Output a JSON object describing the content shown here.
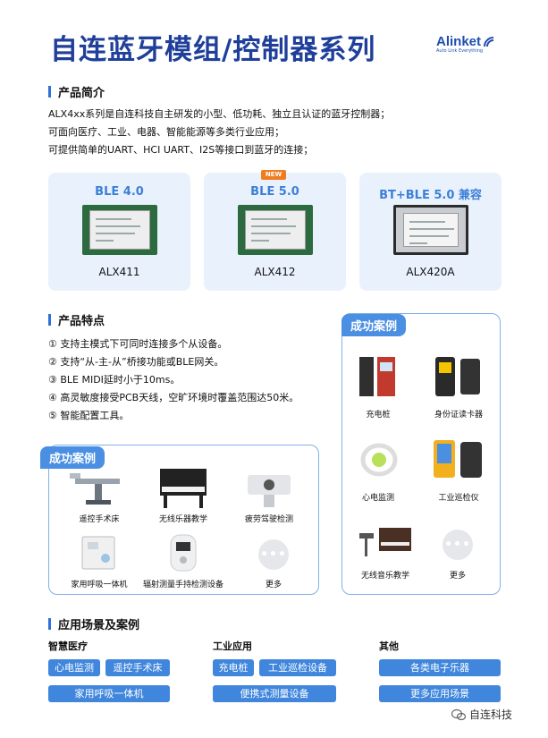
{
  "header": {
    "title": "自连蓝牙模组/控制器系列",
    "logo_text": "Alinket",
    "logo_sub": "Auto Link Everything"
  },
  "intro": {
    "heading": "产品简介",
    "lines": [
      "ALX4xx系列是自连科技自主研发的小型、低功耗、独立且认证的蓝牙控制器；",
      "可面向医疗、工业、电器、智能能源等多类行业应用；",
      "可提供简单的UART、HCI UART、I2S等接口到蓝牙的连接；"
    ]
  },
  "products": [
    {
      "head": "BLE 4.0",
      "name": "ALX411",
      "style": "green"
    },
    {
      "head": "BLE 5.0",
      "name": "ALX412",
      "style": "green",
      "badge": "NEW"
    },
    {
      "head": "BT+BLE 5.0 兼容",
      "name": "ALX420A",
      "style": "metal"
    }
  ],
  "features": {
    "heading": "产品特点",
    "items": [
      "① 支持主模式下可同时连接多个从设备。",
      "② 支持“从-主-从”桥接功能或BLE网关。",
      "③ BLE MIDI延时小于10ms。",
      "④ 高灵敏度接受PCB天线，空旷环境时覆盖范围达50米。",
      "⑤ 智能配置工具。"
    ]
  },
  "cases_left": {
    "tag": "成功案例",
    "items": [
      {
        "label": "遥控手术床",
        "icon": "surgical-bed-icon"
      },
      {
        "label": "无线乐器教学",
        "icon": "piano-icon"
      },
      {
        "label": "疲劳驾驶检测",
        "icon": "detector-icon"
      },
      {
        "label": "家用呼吸一体机",
        "icon": "breathing-machine-icon"
      },
      {
        "label": "辐射测量手持检测设备",
        "icon": "radiation-meter-icon"
      },
      {
        "label": "更多",
        "icon": "more-icon"
      }
    ]
  },
  "cases_right": {
    "tag": "成功案例",
    "items": [
      {
        "label": "充电桩",
        "icon": "charging-pile-icon"
      },
      {
        "label": "身份证读卡器",
        "icon": "card-reader-icon"
      },
      {
        "label": "心电监测",
        "icon": "ecg-monitor-icon"
      },
      {
        "label": "工业巡检仪",
        "icon": "inspection-device-icon"
      },
      {
        "label": "无线音乐教学",
        "icon": "digital-piano-icon"
      },
      {
        "label": "更多",
        "icon": "more-icon"
      }
    ]
  },
  "scenarios": {
    "heading": "应用场景及案例",
    "groups": [
      {
        "title": "智慧医疗",
        "tags": [
          "心电监测",
          "遥控手术床",
          "家用呼吸一体机"
        ]
      },
      {
        "title": "工业应用",
        "tags": [
          "充电桩",
          "工业巡检设备",
          "便携式测量设备"
        ]
      },
      {
        "title": "其他",
        "tags": [
          "各类电子乐器",
          "更多应用场景"
        ]
      }
    ]
  },
  "footer": {
    "wechat_label": "自连科技"
  },
  "colors": {
    "brand": "#1f3f9a",
    "accent": "#3f86dc",
    "card_bg": "#e9f2fc",
    "new_badge": "#f07c20"
  }
}
